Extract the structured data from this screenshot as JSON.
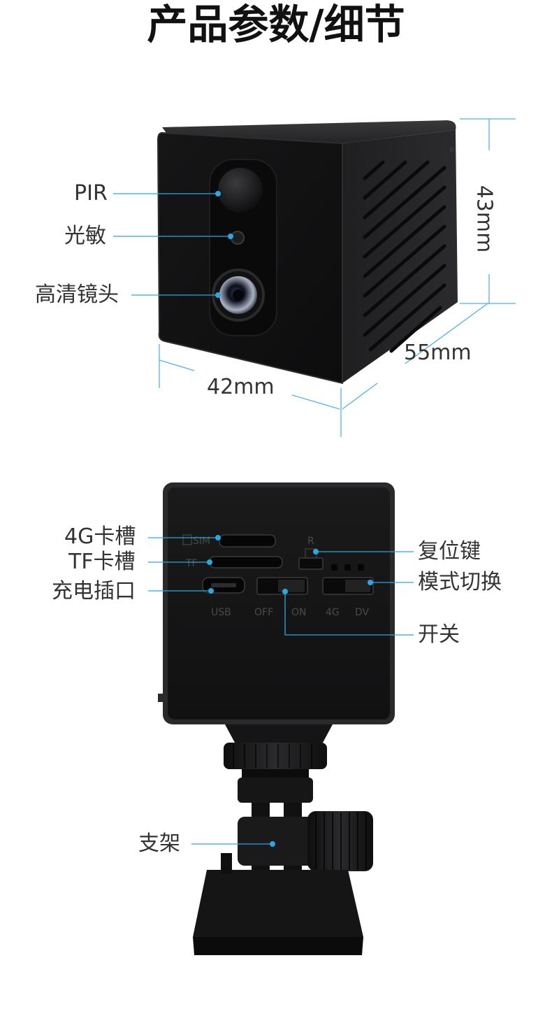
{
  "title": "产品参数/细节",
  "front_view": {
    "labels": {
      "pir": "PIR",
      "light_sensor": "光敏",
      "lens": "高清镜头"
    },
    "dimensions": {
      "height": "43mm",
      "depth": "55mm",
      "width": "42mm"
    }
  },
  "back_view": {
    "labels": {
      "sim_slot": "4G卡槽",
      "tf_slot": "TF卡槽",
      "charging_port": "充电插口",
      "reset_key": "复位键",
      "mode_switch": "模式切换",
      "power_switch": "开关",
      "mount": "支架"
    },
    "printed_marks": {
      "sim": "SIM",
      "tf": "TF",
      "usb": "USB",
      "off": "OFF",
      "on": "ON",
      "reset": "R",
      "mode_4g": "4G",
      "mode_dv": "DV"
    }
  },
  "colors": {
    "leader_line": "#2aa7df",
    "device_body": "#1b1b1c",
    "dimension_line": "#4fb4e0"
  }
}
